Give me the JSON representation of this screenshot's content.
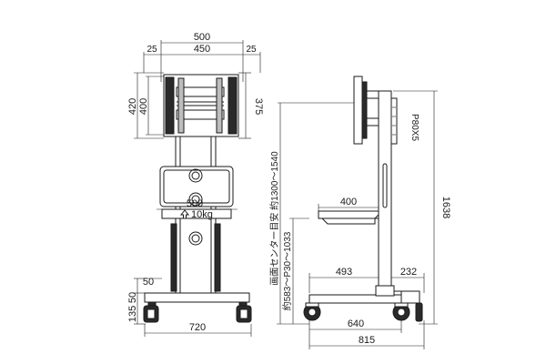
{
  "front_view": {
    "dims": {
      "top_total": "500",
      "top_side_left": "25",
      "top_center": "450",
      "top_side_right": "25",
      "height_outer": "420",
      "height_inner": "400",
      "height_right": "375",
      "shelf_width": "500",
      "shelf_load": "10kg",
      "base_upper": "50",
      "left_50": "50",
      "left_135": "135",
      "base_width": "720"
    }
  },
  "side_view": {
    "dims": {
      "screen_center": "画面センター目安 約1300～1540",
      "range": "約583～P30～1033",
      "pitch": "P80X5",
      "total_height": "1638",
      "shelf_depth": "400",
      "base_front": "493",
      "base_rear": "232",
      "base_depth": "640",
      "overall_depth": "815"
    }
  }
}
